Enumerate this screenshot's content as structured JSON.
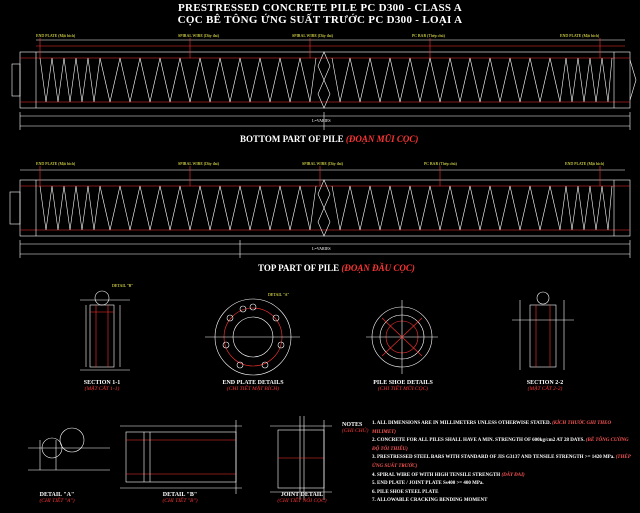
{
  "title_en": "PRESTRESSED CONCRETE PILE PC D300 - CLASS A",
  "title_vi": "CỌC BÊ TÔNG ỨNG SUẤT TRƯỚC PC D300 - LOẠI A",
  "bottom_part": {
    "en": "BOTTOM PART OF PILE",
    "vi": "(ĐOẠN MŨI CỌC)"
  },
  "top_part": {
    "en": "TOP PART OF PILE",
    "vi": "(ĐOẠN ĐẦU CỌC)"
  },
  "sections": [
    {
      "en": "SECTION 1-1",
      "vi": "(MẶT CẮT 1-1)"
    },
    {
      "en": "END PLATE DETAILS",
      "vi": "(CHI TIẾT MẶT BÍCH)"
    },
    {
      "en": "PILE SHOE DETAILS",
      "vi": "(CHI TIẾT MŨI CỌC)"
    },
    {
      "en": "SECTION 2-2",
      "vi": "(MẶT CẮT 2-2)"
    }
  ],
  "details": [
    {
      "en": "DETAIL \"A\"",
      "vi": "(CHI TIẾT \"A\")"
    },
    {
      "en": "DETAIL \"B\"",
      "vi": "(CHI TIẾT \"B\")"
    },
    {
      "en": "JOINT DETAIL",
      "vi": "(CHI TIẾT NỐI CỌC)"
    }
  ],
  "pile_labels": {
    "end_plate": "END PLATE (Mặt bích)",
    "spiral_wire": "SPIRAL WIRE (Dây đai)",
    "pc_bar": "PC BAR (Thép chủ)",
    "length": "L=VARIES"
  },
  "callouts": {
    "detail_b": "DETAIL \"B\"",
    "detail_a": "DETAIL \"A\""
  },
  "notes": {
    "header": "NOTES",
    "header_vi": "(GHI CHÚ)",
    "lines": [
      {
        "en": "1. ALL DIMENSIONS ARE IN MILLIMETERS UNLESS OTHERWISE STATED.",
        "vi": "(KÍCH THƯỚC GHI THEO MILIMET)"
      },
      {
        "en": "2. CONCRETE FOR ALL PILES SHALL HAVE A MIN. STRENGTH OF 600kg/cm2 AT 28 DAYS.",
        "vi": "(BÊ TÔNG CƯỜNG ĐỘ TỐI THIỂU)"
      },
      {
        "en": "3. PRESTRESSED STEEL BARS WITH STANDARD OF JIS G3137 AND TENSILE STRENGTH >= 1420 MPa.",
        "vi": "(THÉP ỨNG SUẤT TRƯỚC)"
      },
      {
        "en": "4. SPIRAL WIRE OF WITH HIGH TENSILE STRENGTH",
        "vi": "(DÂY ĐAI)"
      },
      {
        "en": "5. END PLATE / JOINT PLATE Ss400 >= 400 MPa.",
        "vi": ""
      },
      {
        "en": "6. PILE SHOE STEEL PLATE",
        "vi": ""
      },
      {
        "en": "7. ALLOWABLE CRACKING BENDING MOMENT",
        "vi": ""
      }
    ]
  }
}
